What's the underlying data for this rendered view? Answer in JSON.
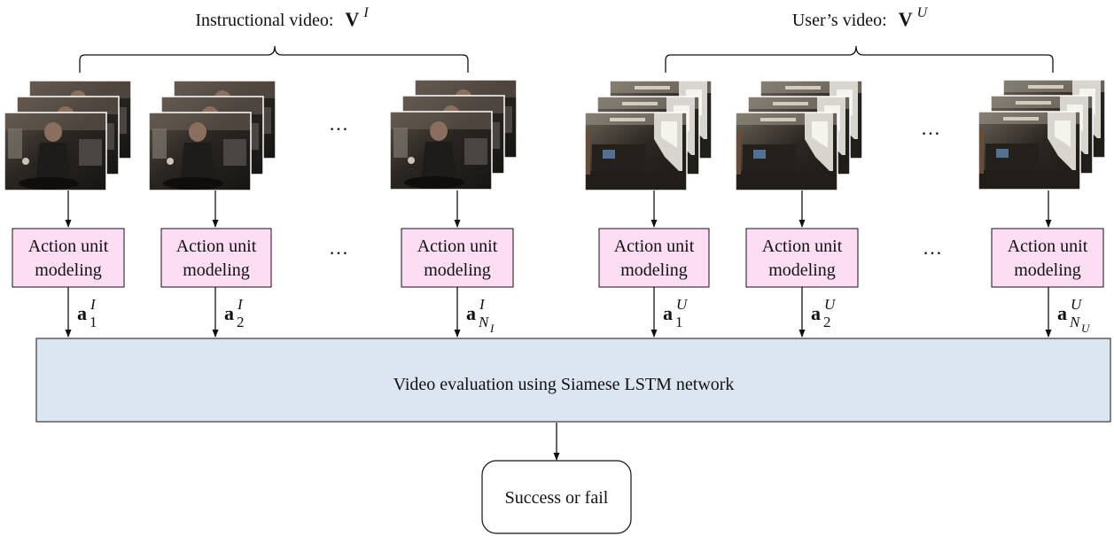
{
  "headers": {
    "instructional": {
      "prefix": "Instructional video:",
      "symbol": "V",
      "superscript": "I"
    },
    "user": {
      "prefix": "User’s video:",
      "symbol": "V",
      "superscript": "U"
    }
  },
  "ellipsis": "…",
  "unit_box": {
    "line1": "Action unit",
    "line2": "modeling"
  },
  "vectors": [
    {
      "symbol": "a",
      "sup": "I",
      "sub": "1",
      "subsub": ""
    },
    {
      "symbol": "a",
      "sup": "I",
      "sub": "2",
      "subsub": ""
    },
    {
      "symbol": "a",
      "sup": "I",
      "sub": "N",
      "subsub": "I"
    },
    {
      "symbol": "a",
      "sup": "U",
      "sub": "1",
      "subsub": ""
    },
    {
      "symbol": "a",
      "sup": "U",
      "sub": "2",
      "subsub": ""
    },
    {
      "symbol": "a",
      "sup": "U",
      "sub": "N",
      "subsub": "U"
    }
  ],
  "main_box_label": "Video evaluation using Siamese LSTM network",
  "output_label": "Success or fail",
  "colors": {
    "unit_box_fill": "#fcddf4",
    "main_box_fill": "#dce6f2",
    "instructional_frame_tint": "#3a332c",
    "user_frame_tint": "#2e2a24"
  }
}
